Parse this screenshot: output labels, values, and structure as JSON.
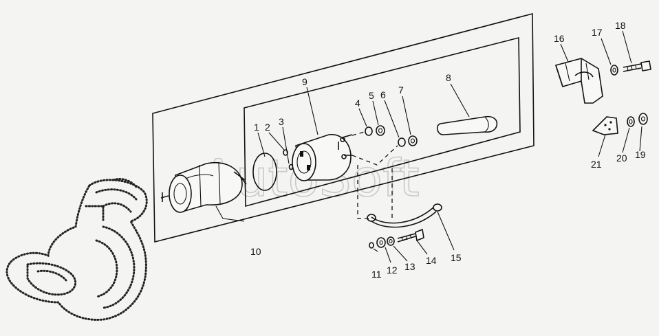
{
  "watermark": "AutoSoft",
  "labels": {
    "n1": "1",
    "n2": "2",
    "n3": "3",
    "n4": "4",
    "n5": "5",
    "n6": "6",
    "n7": "7",
    "n8": "8",
    "n9": "9",
    "n10": "10",
    "n11": "11",
    "n12": "12",
    "n13": "13",
    "n14": "14",
    "n15": "15",
    "n16": "16",
    "n17": "17",
    "n18": "18",
    "n19": "19",
    "n20": "20",
    "n21": "21"
  }
}
